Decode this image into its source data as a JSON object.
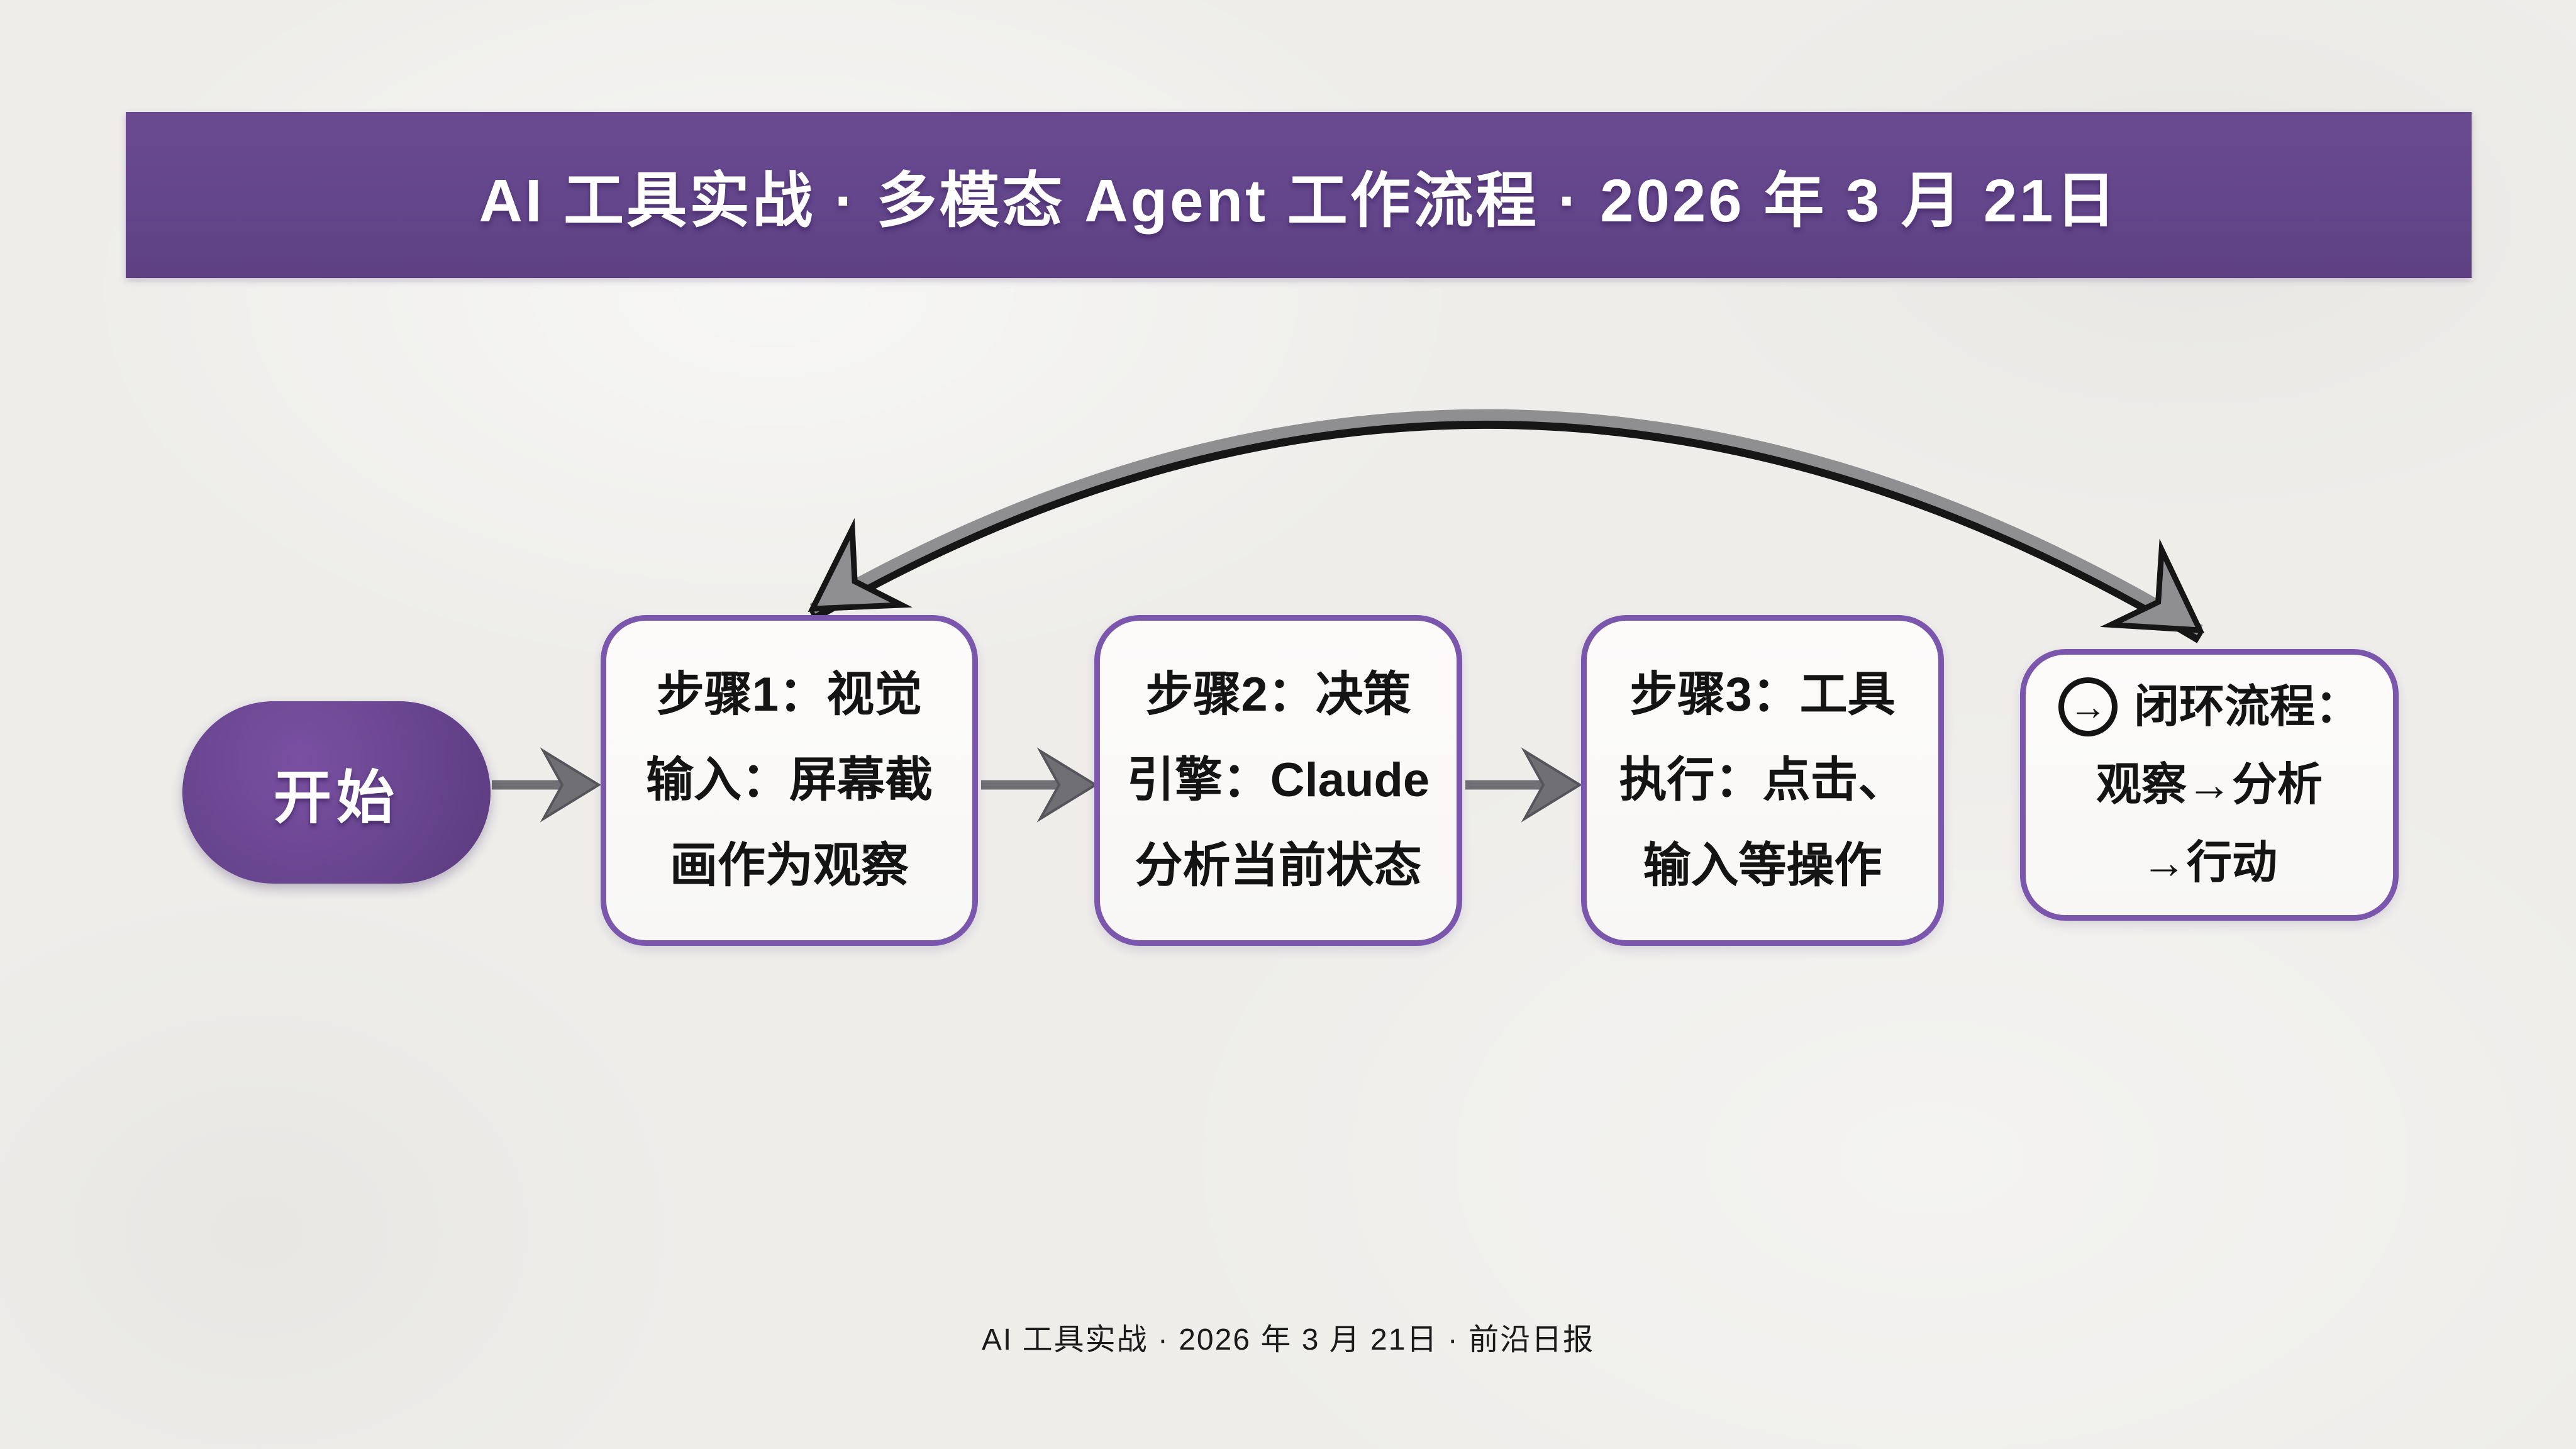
{
  "page": {
    "background_color": "#eeedea"
  },
  "header": {
    "title": "AI 工具实战 · 多模态 Agent 工作流程 · 2026 年 3 月 21日",
    "background_color": "#64468c",
    "text_color": "#ffffff"
  },
  "flow": {
    "start": {
      "label": "开始",
      "background_color": "#68458f",
      "text_color": "#ffffff"
    },
    "steps": [
      {
        "lines": [
          "步骤1：视觉",
          "输入：屏幕截",
          "画作为观察"
        ]
      },
      {
        "lines": [
          "步骤2：决策",
          "引擎：Claude",
          "分析当前状态"
        ]
      },
      {
        "lines": [
          "步骤3：工具",
          "执行：点击、",
          "输入等操作"
        ]
      },
      {
        "icon": "circle-right-arrow-icon",
        "icon_glyph": "→",
        "lines": [
          "闭环流程：",
          "观察→分析",
          "→行动"
        ]
      }
    ],
    "box_border_color": "#7a57ad",
    "box_background_color": "#fbfaf8",
    "box_text_color": "#141414",
    "connector_arrow_color": "#6f6f74",
    "feedback_arrow_color": "#8f8f92",
    "feedback_arrow_shadow_color": "#161616"
  },
  "footer": {
    "text": "AI 工具实战 · 2026 年 3 月 21日 · 前沿日报",
    "text_color": "#1a1a1a"
  }
}
